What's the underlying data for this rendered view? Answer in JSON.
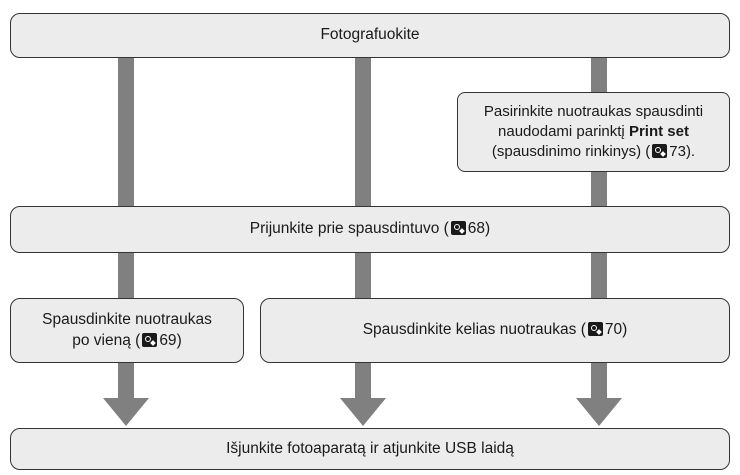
{
  "box_top": {
    "text": "Fotografuokite"
  },
  "box_print_set": {
    "line1": "Pasirinkite nuotraukas spausdinti",
    "line2_pre": "naudodami parinktį ",
    "line2_bold": "Print set",
    "line3_pre": "(spausdinimo rinkinys) (",
    "line3_ref": "73",
    "line3_post": ")."
  },
  "box_connect": {
    "pre": "Prijunkite prie spausdintuvo (",
    "ref": "68",
    "post": ")"
  },
  "box_single": {
    "line1": "Spausdinkite nuotraukas",
    "line2_pre": "po vieną (",
    "ref": "69",
    "post": ")"
  },
  "box_multiple": {
    "pre": "Spausdinkite kelias nuotraukas (",
    "ref": "70",
    "post": ")"
  },
  "box_bottom": {
    "text": "Išjunkite fotoaparatą ir atjunkite USB laidą"
  },
  "icons": {
    "reference": "page-reference-icon"
  },
  "colors": {
    "box_fill": "#ececec",
    "flow_line": "#808080",
    "border": "#333333"
  }
}
